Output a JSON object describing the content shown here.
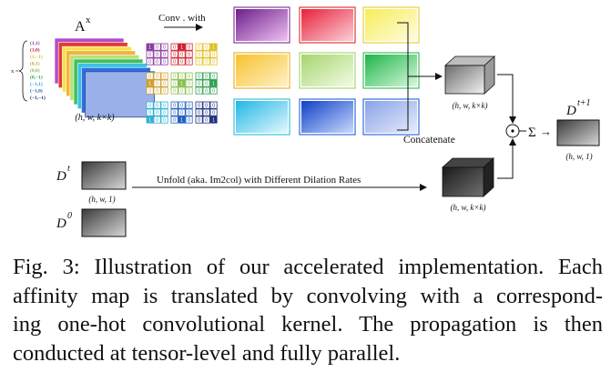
{
  "figure": {
    "ax_label": "A",
    "ax_sup": "x",
    "x_prefix": "x =",
    "offsets": [
      "(1,1)",
      "(1,0)",
      "(1,−1)",
      "(0,1)",
      "(0,0)",
      "(0,−1)",
      "(−1,1)",
      "(−1,0)",
      "(−1,−1)"
    ],
    "offset_colors": [
      "#8b3a9e",
      "#c0192e",
      "#d8c020",
      "#c9a43a",
      "#7cbf4a",
      "#2e9e48",
      "#2aa8c8",
      "#1f5bbd",
      "#1a2a7a"
    ],
    "stack_colors": [
      "#b44fc7",
      "#e23a3a",
      "#f7e24a",
      "#f5b23a",
      "#b8e27a",
      "#3fc05a",
      "#39c2e3",
      "#2f6fe0",
      "#9ab0e8"
    ],
    "shape_ax": "(h, w, k×k)",
    "conv_label": "Conv . with",
    "kernel_colors": [
      "#8b3a9e",
      "#d02030",
      "#e0c020",
      "#d0a030",
      "#8ac050",
      "#30a050",
      "#30b0d0",
      "#2060c0",
      "#203080"
    ],
    "kernel_hot": [
      [
        0,
        0
      ],
      [
        0,
        1
      ],
      [
        0,
        2
      ],
      [
        1,
        0
      ],
      [
        1,
        1
      ],
      [
        1,
        2
      ],
      [
        2,
        0
      ],
      [
        2,
        1
      ],
      [
        2,
        2
      ]
    ],
    "map_colors": [
      [
        "#6b1f8a",
        "#f0c0f4"
      ],
      [
        "#e8203a",
        "#fbd0d8"
      ],
      [
        "#f6ee58",
        "#fffbe0"
      ],
      [
        "#f7c230",
        "#fff1c4"
      ],
      [
        "#a6d56d",
        "#f2fbe6"
      ],
      [
        "#1fb548",
        "#d6f8de"
      ],
      [
        "#22b8e6",
        "#e2f7fc"
      ],
      [
        "#1040c8",
        "#c7d9fb"
      ],
      [
        "#8aa2e8",
        "#e6ecfb"
      ]
    ],
    "map_border_colors": [
      "#8b3a9e",
      "#e23a3a",
      "#e8d040",
      "#f0b030",
      "#a8d870",
      "#3fc05a",
      "#39c2e3",
      "#2f6fe0",
      "#2f6fe0"
    ],
    "shape_upper_cube": "(h, w, k×k)",
    "concatenate": "Concatenate",
    "dt_label": "D",
    "dt_sup": "t",
    "shape_dt": "(h, w, 1)",
    "unfold_label": "Unfold (aka. Im2col) with Different Dilation Rates",
    "shape_lower_cube": "(h, w, k×k)",
    "d0_label": "D",
    "d0_sup": "0",
    "odot": "⊙",
    "sigma": "Σ",
    "arrow": "→",
    "dt1_label": "D",
    "dt1_sup": "t+1",
    "shape_dt1": "(h, w, 1)"
  },
  "caption": {
    "lines": [
      "Fig. 3: Illustration of our accelerated implementation. Each",
      "affinity map is translated by convolving with a correspond-",
      "ing one-hot convolutional kernel. The propagation is then",
      "conducted at tensor-level and fully parallel."
    ]
  }
}
